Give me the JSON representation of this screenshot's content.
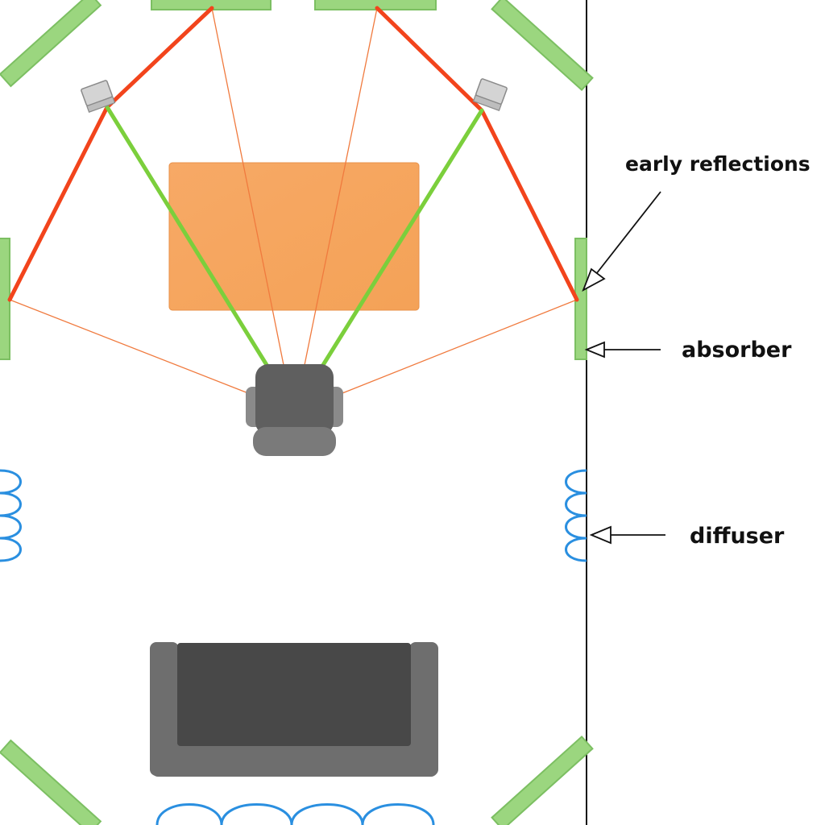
{
  "diagram": {
    "title": "Listening room acoustic treatment (top view)",
    "labels": {
      "early_reflections": "early reflections",
      "absorber": "absorber",
      "diffuser": "diffuser"
    },
    "colors": {
      "background": "#ffffff",
      "wall_line": "#111111",
      "absorber_panel": "#9bd67f",
      "absorber_stroke": "#7cbf62",
      "reflection_path": "#f2441c",
      "direct_path": "#7bcf3c",
      "reflected_ray": "#f07a3e",
      "table": "#f4a460",
      "chair": "#6b6b6b",
      "sofa": "#4a4a4a",
      "diffuser": "#2a8fe0",
      "speaker": "#c9c9c9"
    }
  }
}
